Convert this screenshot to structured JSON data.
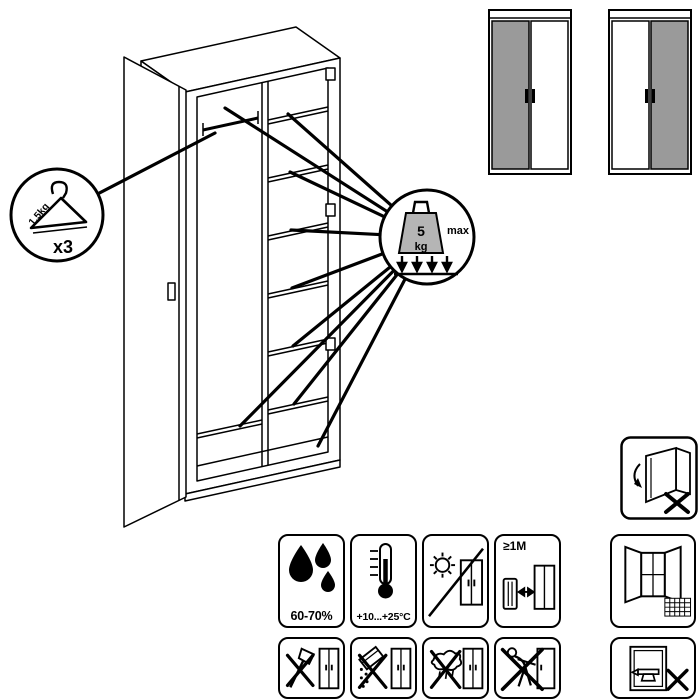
{
  "hanger_callout": {
    "capacity": "1.5kg",
    "count": "x3"
  },
  "weight_callout": {
    "value": "5",
    "unit": "kg",
    "max": "max"
  },
  "care": {
    "row1": [
      {
        "id": "humidity-range",
        "label": "60-70%"
      },
      {
        "id": "temperature-range",
        "label": "+10...+25°C"
      },
      {
        "id": "no-direct-sunlight",
        "label": ""
      },
      {
        "id": "heat-distance",
        "label": "≥1M"
      },
      {
        "id": "ventilation",
        "label": ""
      }
    ],
    "row2": [
      {
        "id": "no-sharp-tools"
      },
      {
        "id": "no-abrasive-cleaners"
      },
      {
        "id": "no-wet-cloth"
      },
      {
        "id": "no-dragging"
      },
      {
        "id": "no-heavy-objects"
      }
    ]
  },
  "colors": {
    "outline": "#000000",
    "door_gray": "#9a9a9a",
    "weight_gray": "#b5b5b5",
    "background": "#ffffff"
  }
}
